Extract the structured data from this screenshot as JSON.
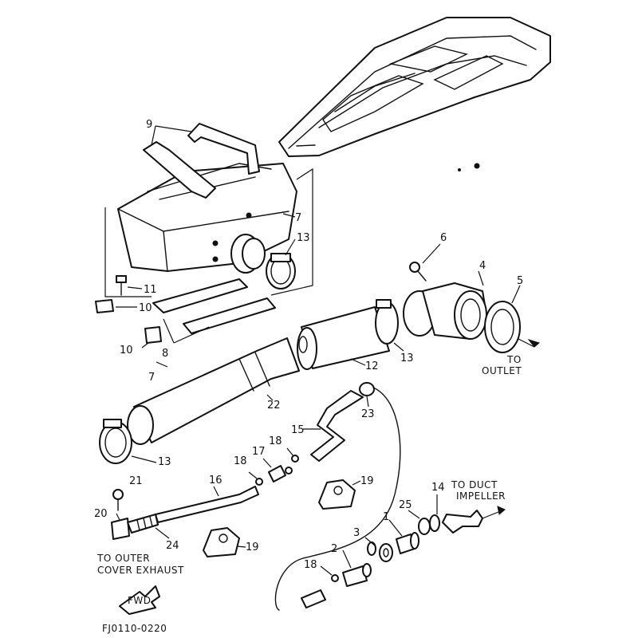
{
  "diagram_code": "FJ0110-0220",
  "callouts": {
    "c1": "1",
    "c2": "2",
    "c3": "3",
    "c4": "4",
    "c5": "5",
    "c6": "6",
    "c7a": "7",
    "c7b": "7",
    "c8": "8",
    "c9": "9",
    "c10a": "10",
    "c10b": "10",
    "c11": "11",
    "c12": "12",
    "c13a": "13",
    "c13b": "13",
    "c13c": "13",
    "c14": "14",
    "c15": "15",
    "c16": "16",
    "c17": "17",
    "c18a": "18",
    "c18b": "18",
    "c18c": "18",
    "c19a": "19",
    "c19b": "19",
    "c20": "20",
    "c21": "21",
    "c22": "22",
    "c23": "23",
    "c24": "24",
    "c25": "25"
  },
  "notes": {
    "to_outlet_1": "TO",
    "to_outlet_2": "OUTLET",
    "to_duct_1": "TO DUCT",
    "to_duct_2": "IMPELLER",
    "to_outer_1": "TO OUTER",
    "to_outer_2": "COVER EXHAUST",
    "fwd": "FWD"
  }
}
